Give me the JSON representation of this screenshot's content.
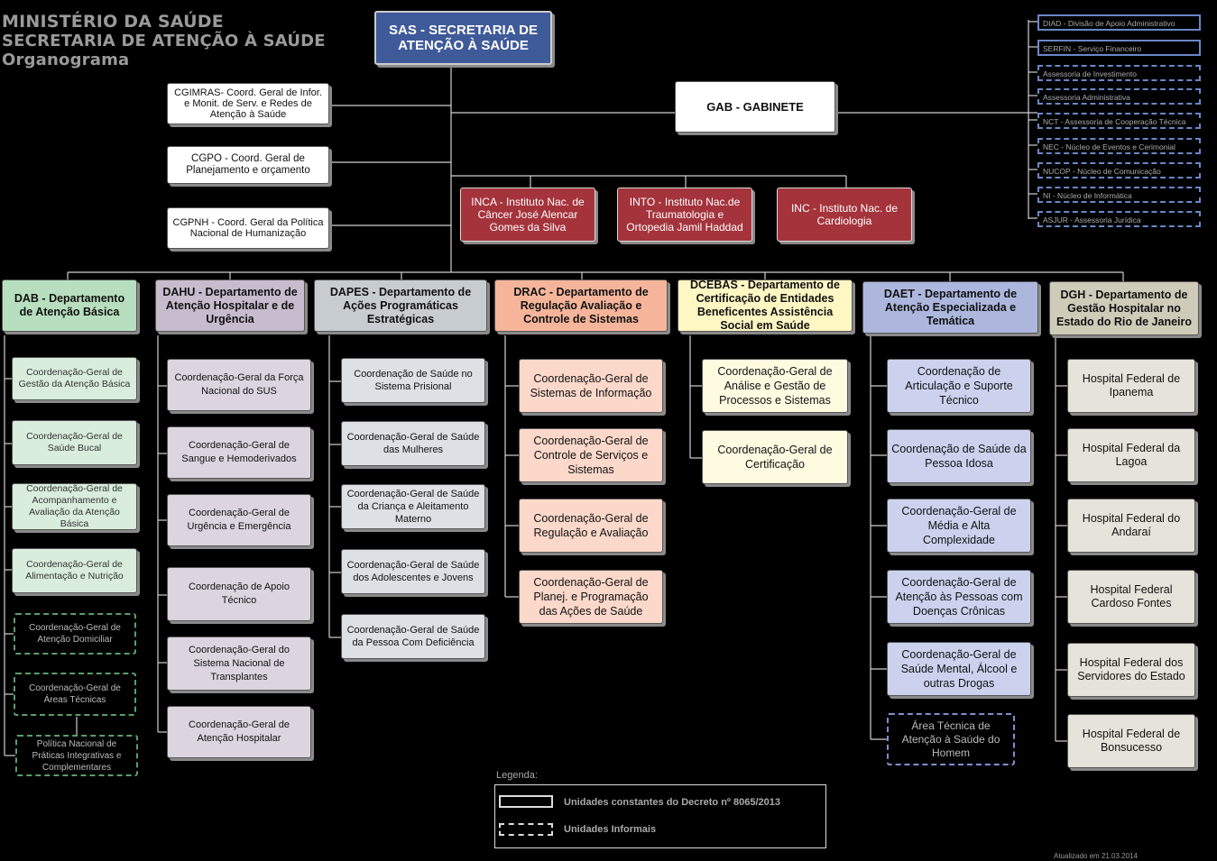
{
  "header": {
    "line1": "MINISTÉRIO DA SAÚDE",
    "line2": "SECRETARIA DE ATENÇÃO À SAÚDE",
    "line3": "Organograma"
  },
  "sas": "SAS - SECRETARIA DE ATENÇÃO À SAÚDE",
  "gab": "GAB - GABINETE",
  "left_coords": [
    "CGIMRAS- Coord. Geral de Infor. e Monit. de Serv. e Redes de Atenção à Saúde",
    "CGPO - Coord. Geral de Planejamento e orçamento",
    "CGPNH - Coord. Geral da Política Nacional de Humanização"
  ],
  "institutes": [
    "INCA - Instituto Nac. de Câncer José Alencar Gomes da Silva",
    "INTO - Instituto Nac.de Traumatologia e Ortopedia Jamil Haddad",
    "INC - Instituto Nac. de Cardiologia"
  ],
  "gab_units": [
    "DIAD - Divisão de Apoio Administrativo",
    "SERFIN - Serviço Financeiro",
    "Assessoria de Investimento",
    "Assessoria Administrativa",
    "NCT - Assessoria de Cooperação Técnica",
    "NEC - Núcleo de Eventos e Cerimonial",
    "NUCOP - Núcleo de Comunicação",
    "NI - Núcleo de Informática",
    "ASJUR - Assessoria Jurídica"
  ],
  "departments": {
    "dab": {
      "title": "DAB - Departamento de Atenção Básica",
      "units": [
        "Coordenação-Geral de Gestão da Atenção Básica",
        "Coordenação-Geral de Saúde Bucal",
        "Coordenação-Geral de Acompanhamento e Avaliação da Atenção Básica",
        "Coordenação-Geral de Alimentação e Nutrição"
      ],
      "informal": [
        "Coordenação-Geral de Atenção Domiciliar",
        "Coordenação-Geral de Áreas Técnicas",
        "Política Nacional de Práticas Integrativas e Complementares"
      ]
    },
    "dahu": {
      "title": "DAHU - Departamento de Atenção Hospitalar e de Urgência",
      "units": [
        "Coordenação-Geral da Força Nacional do SUS",
        "Coordenação-Geral de Sangue e Hemoderivados",
        "Coordenação-Geral de Urgência e Emergência",
        "Coordenação de Apoio Técnico",
        "Coordenação-Geral do Sistema Nacional de Transplantes",
        "Coordenação-Geral de Atenção Hospitalar"
      ]
    },
    "dapes": {
      "title": "DAPES - Departamento de Ações Programáticas Estratégicas",
      "units": [
        "Coordenação de Saúde no Sistema Prisional",
        "Coordenação-Geral de Saúde das Mulheres",
        "Coordenação-Geral de Saúde da Criança e Aleitamento Materno",
        "Coordenação-Geral de Saúde dos Adolescentes e Jovens",
        "Coordenação-Geral de Saúde da Pessoa Com Deficiência"
      ]
    },
    "drac": {
      "title": "DRAC - Departamento de Regulação Avaliação e Controle de Sistemas",
      "units": [
        "Coordenação-Geral de Sistemas de Informação",
        "Coordenação-Geral de Controle de Serviços e Sistemas",
        "Coordenação-Geral de Regulação e Avaliação",
        "Coordenação-Geral de Planej. e Programação das Ações de Saúde"
      ]
    },
    "dcebas": {
      "title": "DCEBAS - Departamento de Certificação de Entidades Beneficentes Assistência Social em Saúde",
      "units": [
        "Coordenação-Geral de Análise e Gestão de Processos e Sistemas",
        "Coordenação-Geral de Certificação"
      ]
    },
    "daet": {
      "title": "DAET - Departamento de Atenção Especializada e Temática",
      "units": [
        "Coordenação de Articulação e Suporte Técnico",
        "Coordenação de Saúde da Pessoa Idosa",
        "Coordenação-Geral de Média e Alta Complexidade",
        "Coordenação-Geral de Atenção às Pessoas com Doenças Crônicas",
        "Coordenação-Geral de Saúde Mental, Álcool e outras Drogas"
      ],
      "informal": [
        "Área Técnica de Atenção à Saúde do Homem"
      ]
    },
    "dgh": {
      "title": "DGH - Departamento de Gestão Hospitalar no Estado do Rio de Janeiro",
      "units": [
        "Hospital Federal de Ipanema",
        "Hospital Federal da Lagoa",
        "Hospital Federal do Andaraí",
        "Hospital Federal Cardoso Fontes",
        "Hospital Federal dos Servidores do Estado",
        "Hospital Federal de Bonsucesso"
      ]
    }
  },
  "legend": {
    "title": "Legenda:",
    "formal": "Unidades constantes do Decreto nº 8065/2013",
    "informal": "Unidades Informais"
  },
  "updated": "Atualizado em 21.03.2014"
}
